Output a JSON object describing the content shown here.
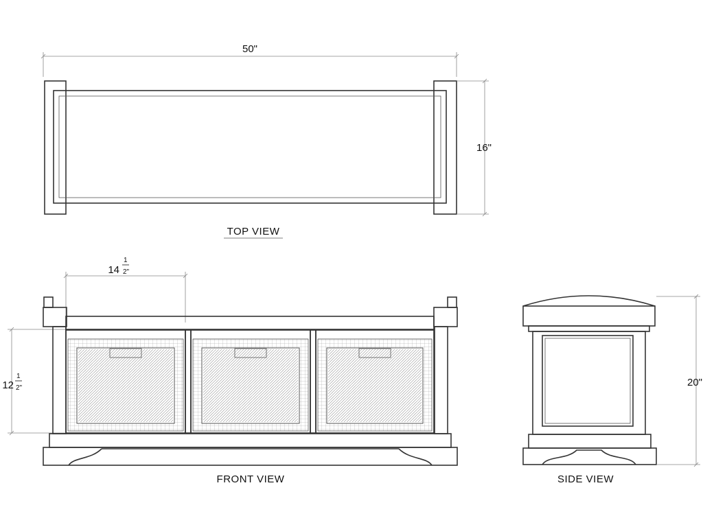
{
  "dimensions": {
    "width": "50\"",
    "depth": "16\"",
    "basket_width_whole": "14",
    "basket_width_num": "1",
    "basket_width_den": "2\"",
    "basket_height_whole": "12",
    "basket_height_num": "1",
    "basket_height_den": "2\"",
    "height": "20\""
  },
  "views": {
    "top": "TOP  VIEW",
    "front": "FRONT VIEW",
    "side": "SIDE VIEW"
  },
  "colors": {
    "line": "#333333",
    "background": "#ffffff"
  }
}
